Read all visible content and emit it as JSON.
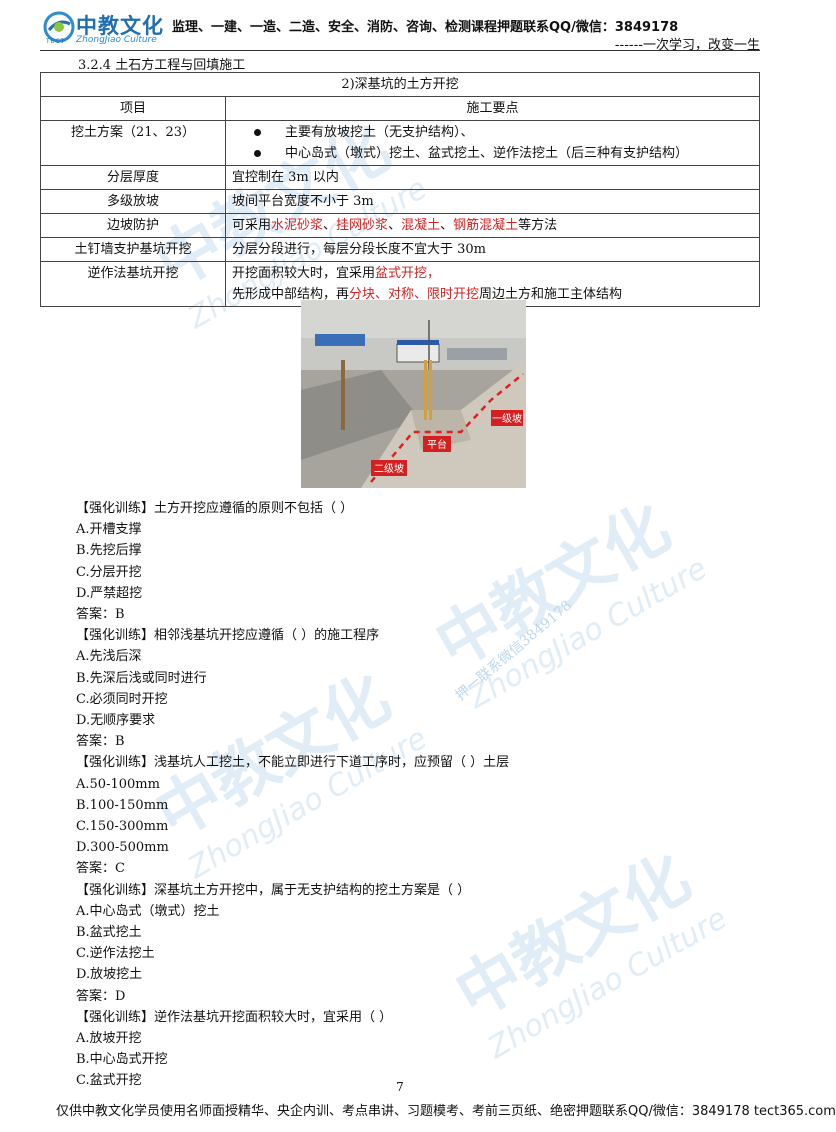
{
  "header": {
    "logo_cn": "中教文化",
    "logo_en": "ZhongJiao Culture",
    "logo_tect": "TECT",
    "text": "监理、一建、一造、二造、安全、消防、咨询、检测课程押题联系QQ/微信：3849178",
    "slogan": "------一次学习，改变一生"
  },
  "section_title": "3.2.4   土石方工程与回填施工",
  "table": {
    "caption": "2)深基坑的土方开挖",
    "col1": "项目",
    "col2": "施工要点",
    "rows": {
      "r1": {
        "item": "挖土方案（21、23）",
        "b1": "主要有放坡挖土（无支护结构）、",
        "b2": "中心岛式（墩式）挖土、盆式挖土、逆作法挖土（后三种有支护结构）"
      },
      "r2": {
        "item": "分层厚度",
        "text": "宜控制在 3m 以内"
      },
      "r3": {
        "item": "多级放坡",
        "text": "坡间平台宽度不小于 3m"
      },
      "r4": {
        "item": "边坡防护",
        "pre": "可采用",
        "h1": "水泥砂浆",
        "s1": "、",
        "h2": "挂网砂浆",
        "s2": "、",
        "h3": "混凝土",
        "s3": "、",
        "h4": "钢筋混凝土",
        "post": "等方法"
      },
      "r5": {
        "item": "土钉墙支护基坑开挖",
        "text": "分层分段进行，每层分段长度不宜大于  30m"
      },
      "r6": {
        "item": "逆作法基坑开挖",
        "l1_pre": "开挖面积较大时，宜采用",
        "l1_hl": "盆式开挖，",
        "l2_pre": "先形成中部结构，再",
        "l2_hl": "分块、对称、限时开挖",
        "l2_post": "周边土方和施工主体结构"
      }
    }
  },
  "photo": {
    "label_top": "一级坡",
    "label_mid": "平台",
    "label_bottom": "二级坡",
    "colors": {
      "sky": "#d8d8d4",
      "soil": "#b9b2a6",
      "dashed": "#e02020",
      "label_bg": "#d42020"
    }
  },
  "questions": [
    "【强化训练】土方开挖应遵循的原则不包括（  ）",
    "A.开槽支撑",
    "B.先挖后撑",
    "C.分层开挖",
    "D.严禁超挖",
    "答案：B",
    "【强化训练】相邻浅基坑开挖应遵循（  ）的施工程序",
    "A.先浅后深",
    "B.先深后浅或同时进行",
    "C.必须同时开挖",
    "D.无顺序要求",
    "答案：B",
    "【强化训练】浅基坑人工挖土，不能立即进行下道工序时，应预留（  ）土层",
    "A.50-100mm",
    "B.100-150mm",
    "C.150-300mm",
    "D.300-500mm",
    "答案：C",
    "【强化训练】深基坑土方开挖中，属于无支护结构的挖土方案是（  ）",
    "A.中心岛式（墩式）挖土",
    "B.盆式挖土",
    "C.逆作法挖土",
    "D.放坡挖土",
    "答案：D",
    "【强化训练】逆作法基坑开挖面积较大时，宜采用（  ）",
    "A.放坡开挖",
    "B.中心岛式开挖",
    "C.盆式开挖"
  ],
  "page_number": "7",
  "footer": "仅供中教文化学员使用名师面授精华、央企内训、考点串讲、习题模考、考前三页纸、绝密押题联系QQ/微信：3849178 tect365.com",
  "watermark": {
    "cn": "中教文化",
    "en": "ZhongJiao Culture",
    "contact": "押一联系微信3849178",
    "color": "#bcd7ec"
  }
}
